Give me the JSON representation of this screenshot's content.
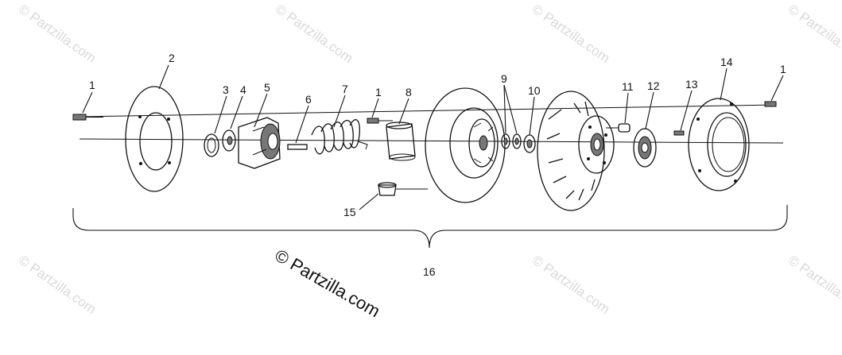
{
  "callouts": [
    {
      "id": "c1a",
      "label": "1"
    },
    {
      "id": "c2",
      "label": "2"
    },
    {
      "id": "c3",
      "label": "3"
    },
    {
      "id": "c4",
      "label": "4"
    },
    {
      "id": "c5",
      "label": "5"
    },
    {
      "id": "c6",
      "label": "6"
    },
    {
      "id": "c7",
      "label": "7"
    },
    {
      "id": "c1b",
      "label": "1"
    },
    {
      "id": "c8",
      "label": "8"
    },
    {
      "id": "c9",
      "label": "9"
    },
    {
      "id": "c10",
      "label": "10"
    },
    {
      "id": "c11",
      "label": "11"
    },
    {
      "id": "c12",
      "label": "12"
    },
    {
      "id": "c13",
      "label": "13"
    },
    {
      "id": "c14",
      "label": "14"
    },
    {
      "id": "c1c",
      "label": "1"
    },
    {
      "id": "c15",
      "label": "15"
    },
    {
      "id": "c16",
      "label": "16"
    }
  ],
  "watermark": "© Partzilla.com",
  "copyright": "© Partzilla.com",
  "colors": {
    "line": "#111111",
    "watermark": "#d9d9d9",
    "background": "#ffffff"
  }
}
